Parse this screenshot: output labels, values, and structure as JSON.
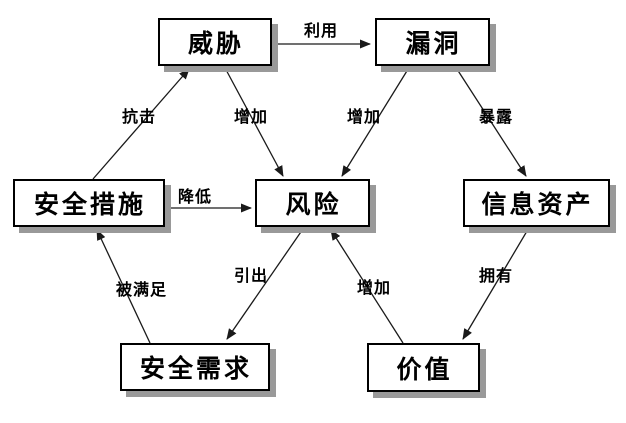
{
  "diagram": {
    "kind": "security-risk-relationship-diagram",
    "language": "zh",
    "colors": {
      "background": "#ffffff",
      "box_fill": "#ffffff",
      "box_border": "#000000",
      "box_shadow": "#999999",
      "line": "#1a1a1a",
      "text": "#000000"
    },
    "nodes": [
      {
        "id": "threat",
        "label": "威胁"
      },
      {
        "id": "vulnerability",
        "label": "漏洞"
      },
      {
        "id": "safeguard",
        "label": "安全措施"
      },
      {
        "id": "risk",
        "label": "风险"
      },
      {
        "id": "information-asset",
        "label": "信息资产"
      },
      {
        "id": "security-requirement",
        "label": "安全需求"
      },
      {
        "id": "value",
        "label": "价值"
      }
    ],
    "edges": [
      {
        "from": "威胁",
        "to": "漏洞",
        "label": "利用"
      },
      {
        "from": "安全措施",
        "to": "威胁",
        "label": "抗击"
      },
      {
        "from": "威胁",
        "to": "风险",
        "label": "增加"
      },
      {
        "from": "漏洞",
        "to": "风险",
        "label": "增加"
      },
      {
        "from": "漏洞",
        "to": "信息资产",
        "label": "暴露"
      },
      {
        "from": "安全措施",
        "to": "风险",
        "label": "降低"
      },
      {
        "from": "安全需求",
        "to": "安全措施",
        "label": "被满足"
      },
      {
        "from": "风险",
        "to": "安全需求",
        "label": "引出"
      },
      {
        "from": "价值",
        "to": "风险",
        "label": "增加"
      },
      {
        "from": "信息资产",
        "to": "价值",
        "label": "拥有"
      }
    ]
  }
}
